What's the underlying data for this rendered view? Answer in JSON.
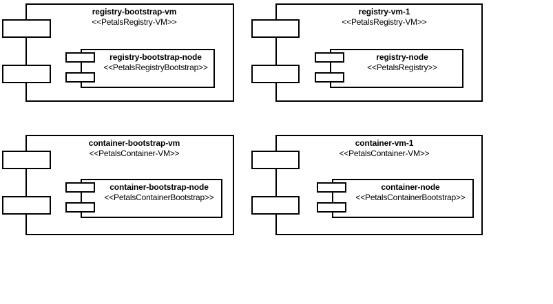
{
  "diagram": {
    "type": "uml-deployment-diagram",
    "background_color": "#ffffff",
    "line_color": "#000000"
  },
  "components": [
    {
      "id": "registry-bootstrap-vm",
      "name": "registry-bootstrap-vm",
      "stereotype": "<<PetalsRegistry-VM>>",
      "child": {
        "id": "registry-bootstrap-node",
        "name": "registry-bootstrap-node",
        "stereotype": "<<PetalsRegistryBootstrap>>"
      }
    },
    {
      "id": "registry-vm-1",
      "name": "registry-vm-1",
      "stereotype": "<<PetalsRegistry-VM>>",
      "child": {
        "id": "registry-node",
        "name": "registry-node",
        "stereotype": "<<PetalsRegistry>>"
      }
    },
    {
      "id": "container-bootstrap-vm",
      "name": "container-bootstrap-vm",
      "stereotype": "<<PetalsContainer-VM>>",
      "child": {
        "id": "container-bootstrap-node",
        "name": "container-bootstrap-node",
        "stereotype": "<<PetalsContainerBootstrap>>"
      }
    },
    {
      "id": "container-vm-1",
      "name": "container-vm-1",
      "stereotype": "<<PetalsContainer-VM>>",
      "child": {
        "id": "container-node",
        "name": "container-node",
        "stereotype": "<<PetalsContainerBootstrap>>"
      }
    }
  ]
}
